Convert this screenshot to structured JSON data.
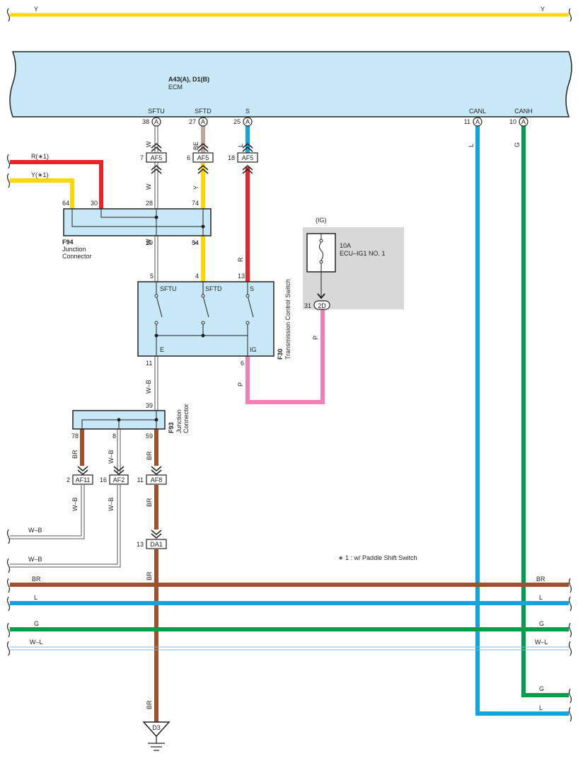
{
  "top_wire": {
    "left": "Y",
    "right": "Y"
  },
  "ecm": {
    "id": "A43(A), D1(B)",
    "name": "ECM",
    "pins": [
      {
        "label": "SFTU",
        "num": "38",
        "conn": "A"
      },
      {
        "label": "SFTD",
        "num": "27",
        "conn": "A"
      },
      {
        "label": "S",
        "num": "25",
        "conn": "A"
      },
      {
        "label": "CANL",
        "num": "11",
        "conn": "A"
      },
      {
        "label": "CANH",
        "num": "10",
        "conn": "A"
      }
    ]
  },
  "wire_colors": {
    "w1": "W",
    "w2": "BE",
    "w3": "L",
    "canl": "L",
    "canh": "G",
    "w2b": "Y",
    "w3b": "R",
    "w1c": "W",
    "w2c": "Y",
    "w3c": "R",
    "p": "P",
    "wb": "W–B",
    "br1": "BR",
    "wb2": "W–B",
    "br2": "BR",
    "wb3": "W–B",
    "wb4": "W–B",
    "br3": "BR",
    "br4": "BR",
    "br5": "BR"
  },
  "af5": [
    {
      "num": "7",
      "name": "AF5"
    },
    {
      "num": "6",
      "name": "AF5"
    },
    {
      "num": "18",
      "name": "AF5"
    }
  ],
  "left_inputs": {
    "r": "R(∗1)",
    "y": "Y(∗1)"
  },
  "f94": {
    "id": "F94",
    "name1": "Junction",
    "name2": "Connector",
    "pins": {
      "p64": "64",
      "p30": "30",
      "p28": "28",
      "p74": "74",
      "p29": "29",
      "p54": "54"
    }
  },
  "f30": {
    "id": "F30",
    "name": "Transmission Control Switch",
    "pins": {
      "p5": "5",
      "p4": "4",
      "p13": "13",
      "p11": "11",
      "p6": "6"
    },
    "labels": {
      "sftu": "SFTU",
      "sftd": "SFTD",
      "s": "S",
      "e": "E",
      "ig": "IG"
    }
  },
  "fuse": {
    "ig": "(IG)",
    "rating": "10A",
    "name": "ECU–IG1 NO. 1",
    "pin": "31",
    "conn": "2D"
  },
  "f93": {
    "id": "F93",
    "name1": "Junction",
    "name2": "Connector",
    "pins": {
      "p39": "39",
      "p78": "78",
      "p8": "8",
      "p59": "59"
    }
  },
  "lower_conns": [
    {
      "num": "2",
      "name": "AF11"
    },
    {
      "num": "16",
      "name": "AF2"
    },
    {
      "num": "11",
      "name": "AF8"
    }
  ],
  "da1": {
    "num": "13",
    "name": "DA1"
  },
  "left_wires": {
    "wb1": "W–B",
    "wb2": "W–B"
  },
  "note": "∗ 1 : w/ Paddle Shift Switch",
  "bus": [
    {
      "left": "BR",
      "right": "BR"
    },
    {
      "left": "L",
      "right": "L"
    },
    {
      "left": "G",
      "right": "G"
    },
    {
      "left": "W–L",
      "right": "W–L"
    }
  ],
  "right_out": {
    "g": "G",
    "l": "L"
  },
  "ground": {
    "name": "D3"
  },
  "colors": {
    "yellow": "#fdd800",
    "red": "#e8232a",
    "blue": "#12a3e0",
    "green": "#00a04a",
    "brown": "#a0502c",
    "pink": "#f080b8",
    "tan": "#bba898",
    "box": "#c8e8f8",
    "grey": "#d8d8d8"
  }
}
